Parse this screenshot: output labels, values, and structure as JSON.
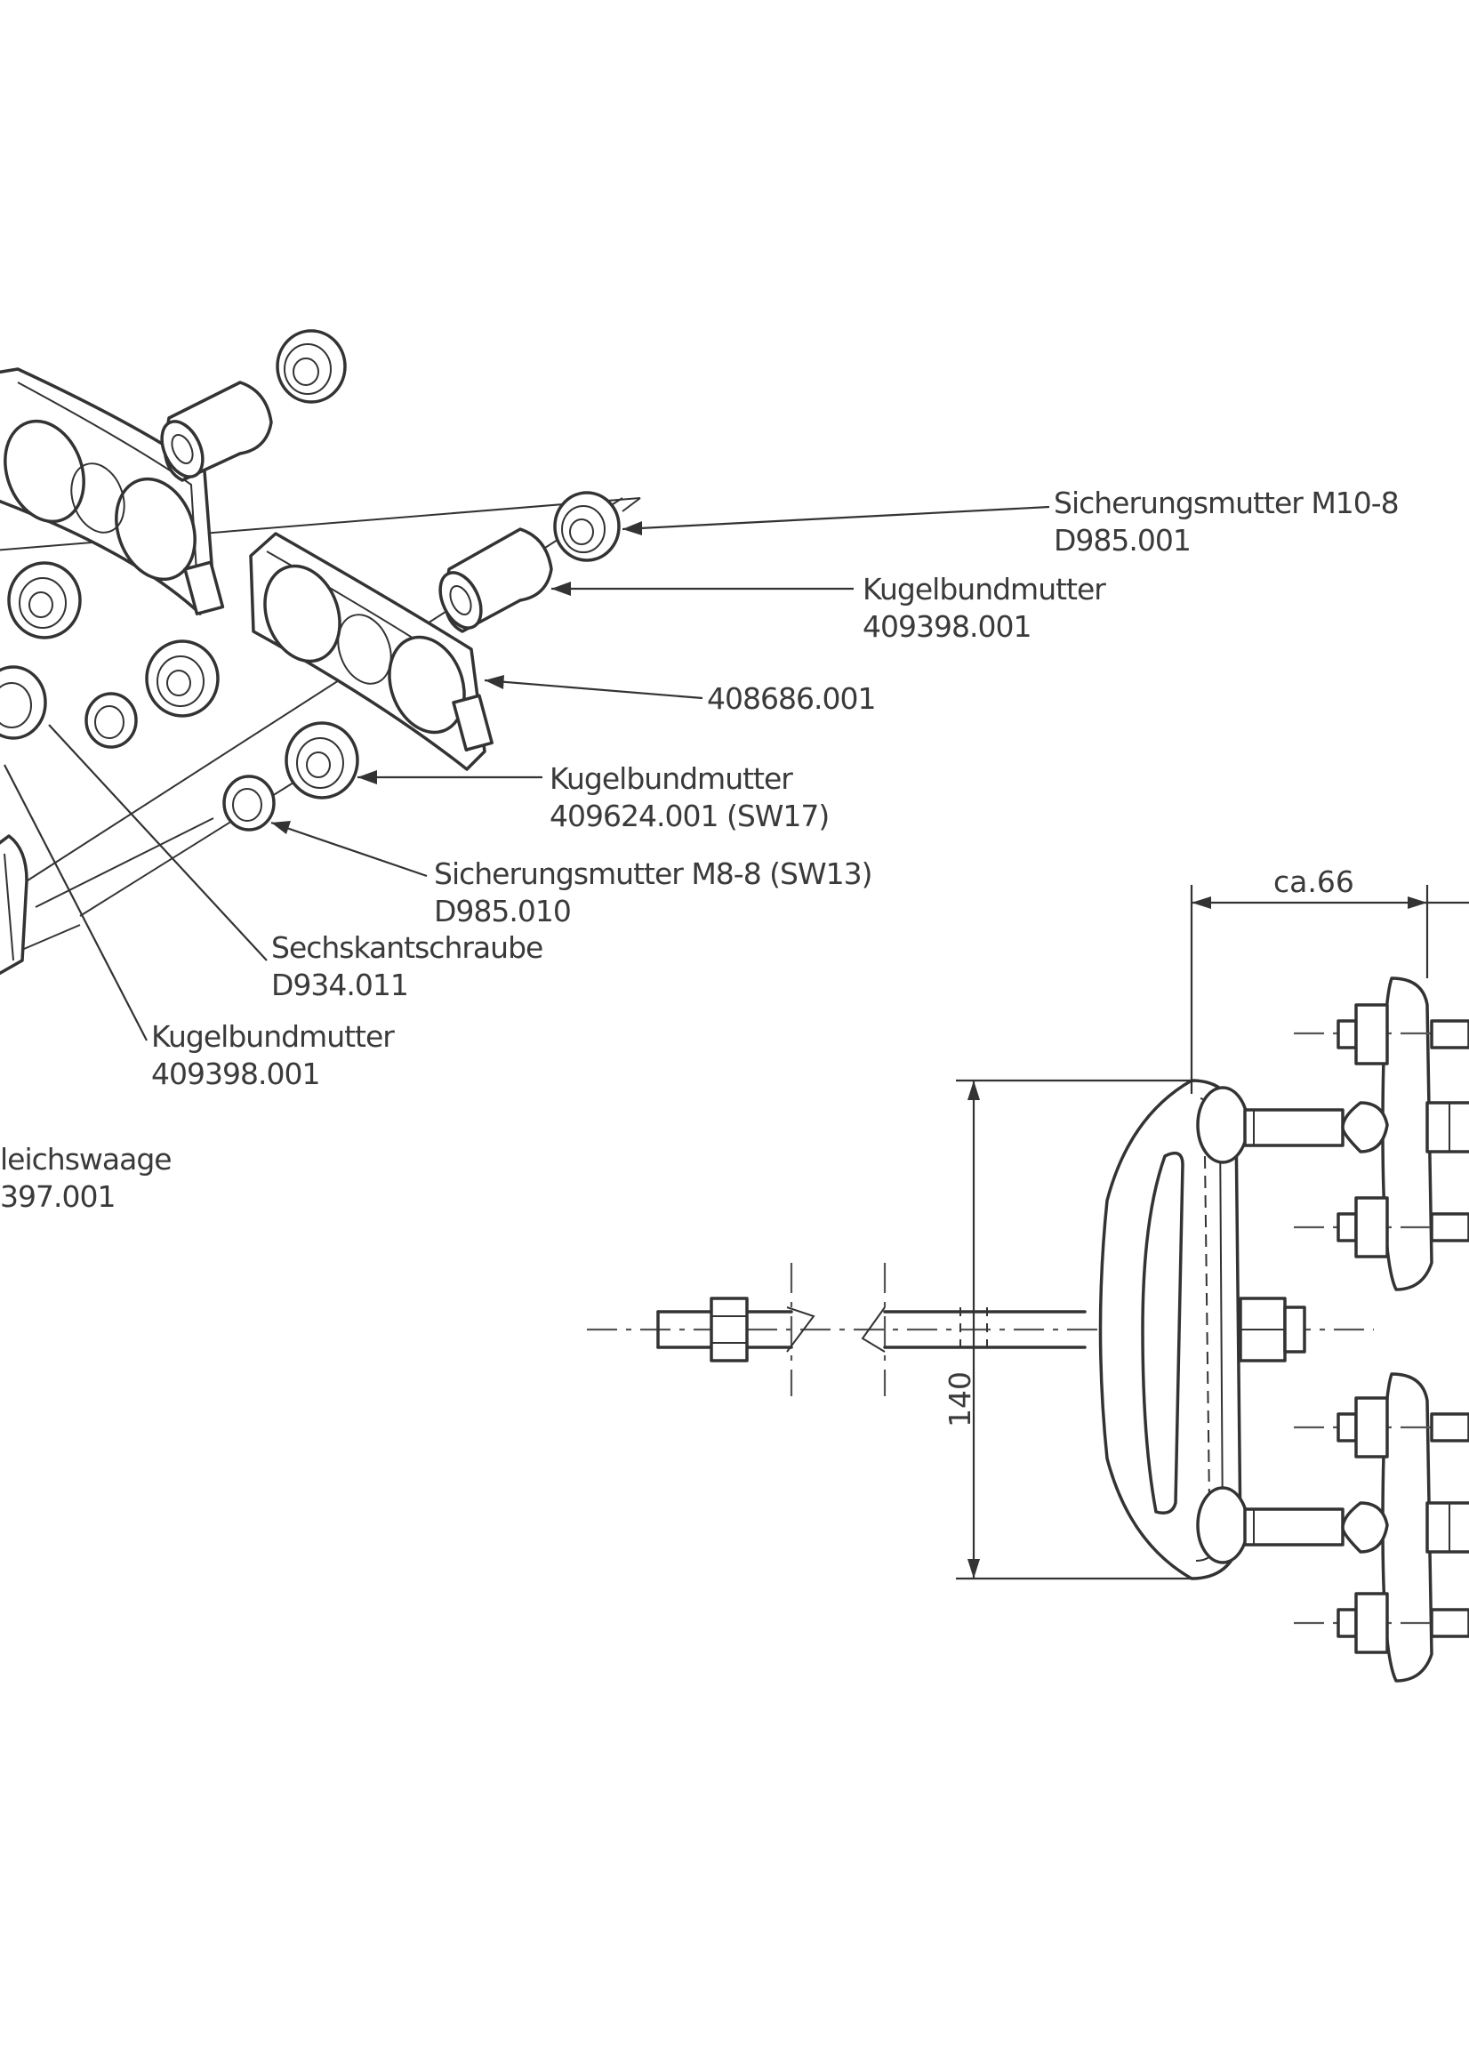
{
  "callouts": [
    {
      "id": "sicherungsmutter-m10",
      "line1": "Sicherungsmutter M10-8",
      "line2": "D985.001"
    },
    {
      "id": "kugelbundmutter-top",
      "line1": "Kugelbundmutter",
      "line2": "409398.001"
    },
    {
      "id": "part-408686",
      "line1": "408686.001",
      "line2": ""
    },
    {
      "id": "kugelbundmutter-sw17",
      "line1": "Kugelbundmutter",
      "line2": "409624.001 (SW17)"
    },
    {
      "id": "sicherungsmutter-m8",
      "line1": "Sicherungsmutter M8-8 (SW13)",
      "line2": "D985.010"
    },
    {
      "id": "sechskantschraube",
      "line1": "Sechskantschraube",
      "line2": "D934.011"
    },
    {
      "id": "kugelbundmutter-bottom",
      "line1": "Kugelbundmutter",
      "line2": "409398.001"
    },
    {
      "id": "gleichswaage",
      "line1": "leichswaage",
      "line2": "397.001"
    }
  ],
  "dimensions": {
    "width": "ca.66",
    "height": "140"
  }
}
